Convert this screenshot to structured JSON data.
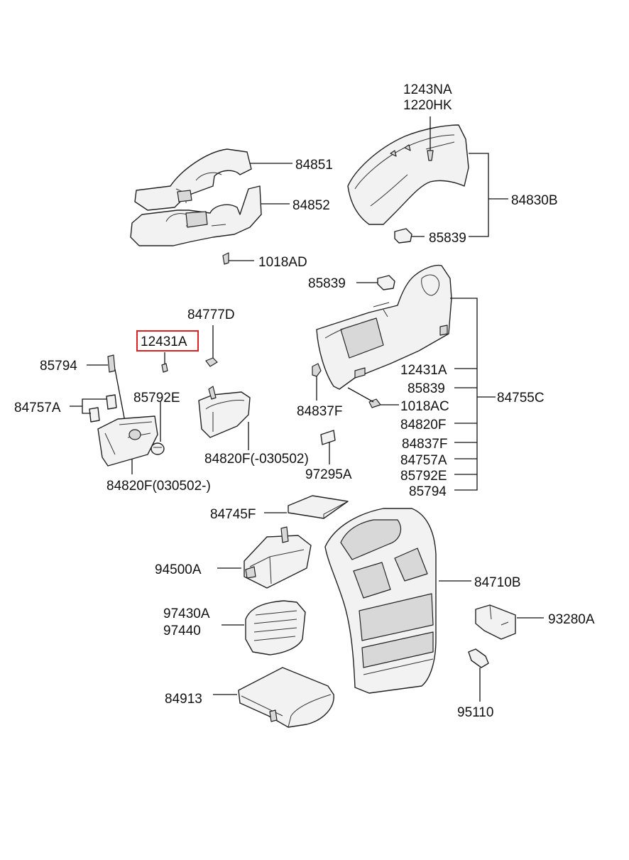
{
  "colors": {
    "line": "#111111",
    "part_fill": "#f2f2f2",
    "highlight": "#e02020",
    "background": "#ffffff"
  },
  "labels": {
    "p1243NA": "1243NA",
    "p1220HK": "1220HK",
    "p84851": "84851",
    "p84852": "84852",
    "p84830B": "84830B",
    "p85839_a": "85839",
    "p1018AD": "1018AD",
    "p85839_b": "85839",
    "p84777D": "84777D",
    "p12431A_highlight": "12431A",
    "p85794_left": "85794",
    "p84757A_left": "84757A",
    "p85792E_left": "85792E",
    "p84820F_030502": "84820F(030502-)",
    "p84820F_minus030502": "84820F(-030502)",
    "p97295A": "97295A",
    "p84837F_left": "84837F",
    "p84755C": "84755C",
    "g_12431A": "12431A",
    "g_85839": "85839",
    "g_1018AC": "1018AC",
    "g_84820F": "84820F",
    "g_84837F": "84837F",
    "g_84757A": "84757A",
    "g_85792E": "85792E",
    "g_85794": "85794",
    "p84745F": "84745F",
    "p94500A": "94500A",
    "p84710B": "84710B",
    "p97430A": "97430A",
    "p97440": "97440",
    "p93280A": "93280A",
    "p84913": "84913",
    "p95110": "95110"
  }
}
